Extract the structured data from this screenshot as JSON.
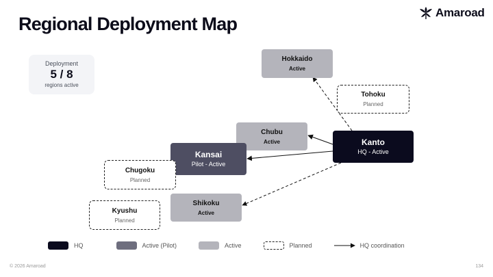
{
  "slide": {
    "title": "Regional Deployment Map",
    "brand": {
      "name": "Amaroad",
      "icon": "leaf-logo-icon"
    },
    "page_number": "134",
    "copyright": "© 2026 Amaroad"
  },
  "stat": {
    "label": "Deployment",
    "value": "5 / 8",
    "sublabel": "regions active"
  },
  "regions": {
    "hokkaido": {
      "name": "Hokkaido",
      "status": "Active",
      "kind": "active"
    },
    "tohoku": {
      "name": "Tohoku",
      "status": "Planned",
      "kind": "planned"
    },
    "chubu": {
      "name": "Chubu",
      "status": "Active",
      "kind": "active"
    },
    "kanto": {
      "name": "Kanto",
      "status": "HQ - Active",
      "kind": "hq"
    },
    "kansai": {
      "name": "Kansai",
      "status": "Pilot - Active",
      "kind": "pilot"
    },
    "chugoku": {
      "name": "Chugoku",
      "status": "Planned",
      "kind": "planned"
    },
    "shikoku": {
      "name": "Shikoku",
      "status": "Active",
      "kind": "active"
    },
    "kyushu": {
      "name": "Kyushu",
      "status": "Planned",
      "kind": "planned"
    }
  },
  "connections": [
    {
      "from": "kanto",
      "to": "hokkaido",
      "style": "dashed"
    },
    {
      "from": "kanto",
      "to": "chubu",
      "style": "solid"
    },
    {
      "from": "kanto",
      "to": "kansai",
      "style": "solid"
    },
    {
      "from": "kanto",
      "to": "shikoku",
      "style": "dashed"
    }
  ],
  "legend": {
    "hq": "HQ",
    "pilot": "Active (Pilot)",
    "active": "Active",
    "planned": "Planned",
    "coordination": "HQ coordination"
  },
  "colors": {
    "hq": "#0b0b1e",
    "pilot": "#4e4e62",
    "active": "#b4b4bb",
    "planned_border": "#222222",
    "arrow": "#111111"
  }
}
